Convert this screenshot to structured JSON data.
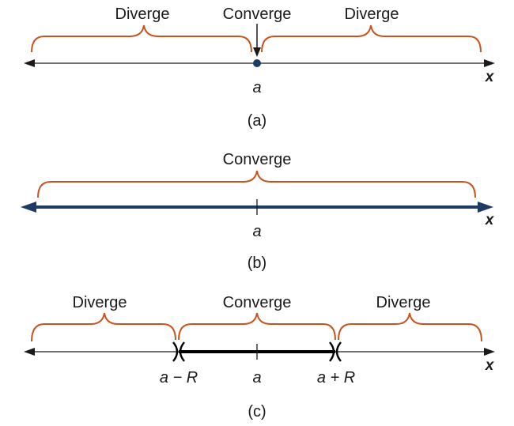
{
  "colors": {
    "brace": "#C8531E",
    "axis": "#1a1a1a",
    "converge_line": "#1F3B63",
    "point": "#1F3B63",
    "interval": "#000000"
  },
  "panels": [
    {
      "caption": "(a)",
      "regions": [
        {
          "label": "Diverge"
        },
        {
          "label": "Converge"
        },
        {
          "label": "Diverge"
        }
      ],
      "center_label": "a",
      "axis_label": "x"
    },
    {
      "caption": "(b)",
      "regions": [
        {
          "label": "Converge"
        }
      ],
      "center_label": "a",
      "axis_label": "x"
    },
    {
      "caption": "(c)",
      "regions": [
        {
          "label": "Diverge"
        },
        {
          "label": "Converge"
        },
        {
          "label": "Diverge"
        }
      ],
      "left_endpoint_label": "a − R",
      "center_label": "a",
      "right_endpoint_label": "a + R",
      "axis_label": "x"
    }
  ]
}
